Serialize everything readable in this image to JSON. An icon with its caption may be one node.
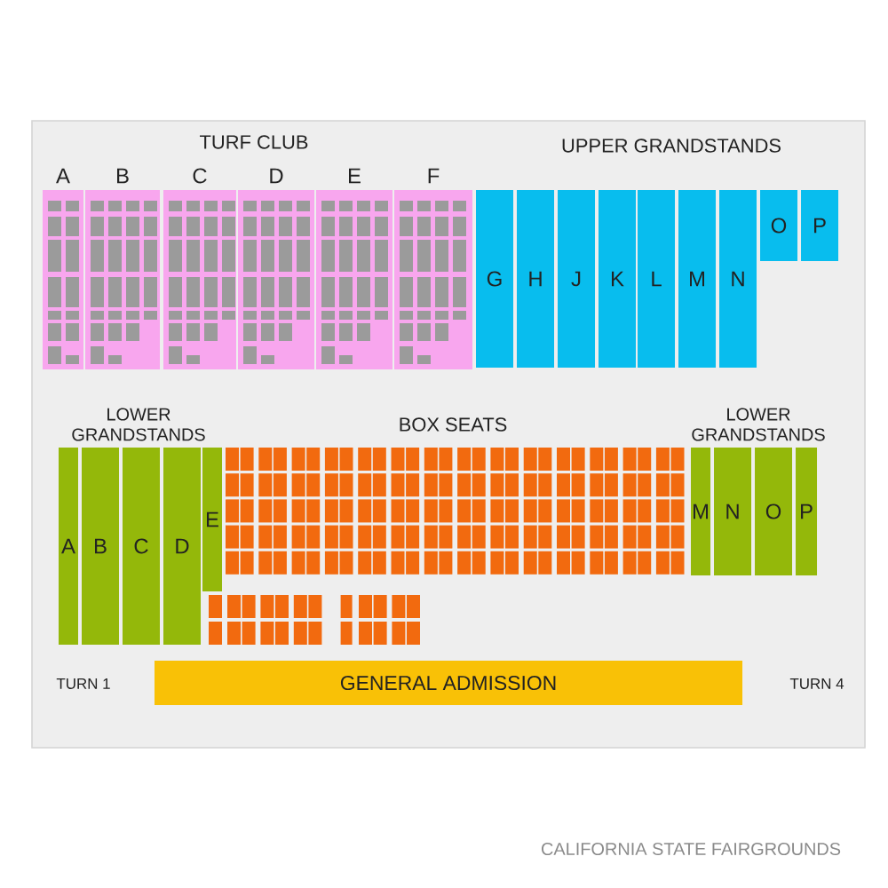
{
  "diagram": {
    "caption": "CALIFORNIA STATE FAIRGROUNDS",
    "nodes": [
      {
        "text": [
          "A"
        ]
      },
      {
        "text": [
          "B"
        ]
      },
      {
        "text": [
          "C"
        ]
      },
      {
        "text": [
          "D"
        ]
      },
      {
        "text": [
          "E"
        ]
      },
      {
        "text": [
          "F"
        ]
      },
      {
        "text": [
          "G"
        ]
      },
      {
        "text": [
          "H"
        ]
      },
      {
        "text": [
          "J"
        ]
      },
      {
        "text": [
          "K"
        ]
      },
      {
        "text": [
          "L"
        ]
      },
      {
        "text": [
          "M"
        ]
      },
      {
        "text": [
          "N"
        ]
      },
      {
        "text": [
          "O"
        ]
      },
      {
        "text": [
          "P"
        ]
      },
      {
        "text": [
          "A"
        ]
      },
      {
        "text": [
          "B"
        ]
      },
      {
        "text": [
          "C"
        ]
      },
      {
        "text": [
          "D"
        ]
      },
      {
        "text": [
          "E"
        ]
      },
      {
        "text": [
          "M"
        ]
      },
      {
        "text": [
          "N"
        ]
      },
      {
        "text": [
          "O"
        ]
      },
      {
        "text": [
          "P"
        ]
      },
      {
        "text": [
          "GENERAL ADMISSION"
        ]
      }
    ],
    "labels": [
      "TURF CLUB",
      "UPPER GRANDSTANDS",
      "LOWER GRANDSTANDS",
      "BOX SEATS",
      "LOWER GRANDSTANDS",
      "TURN 1",
      "TURN 4"
    ]
  }
}
